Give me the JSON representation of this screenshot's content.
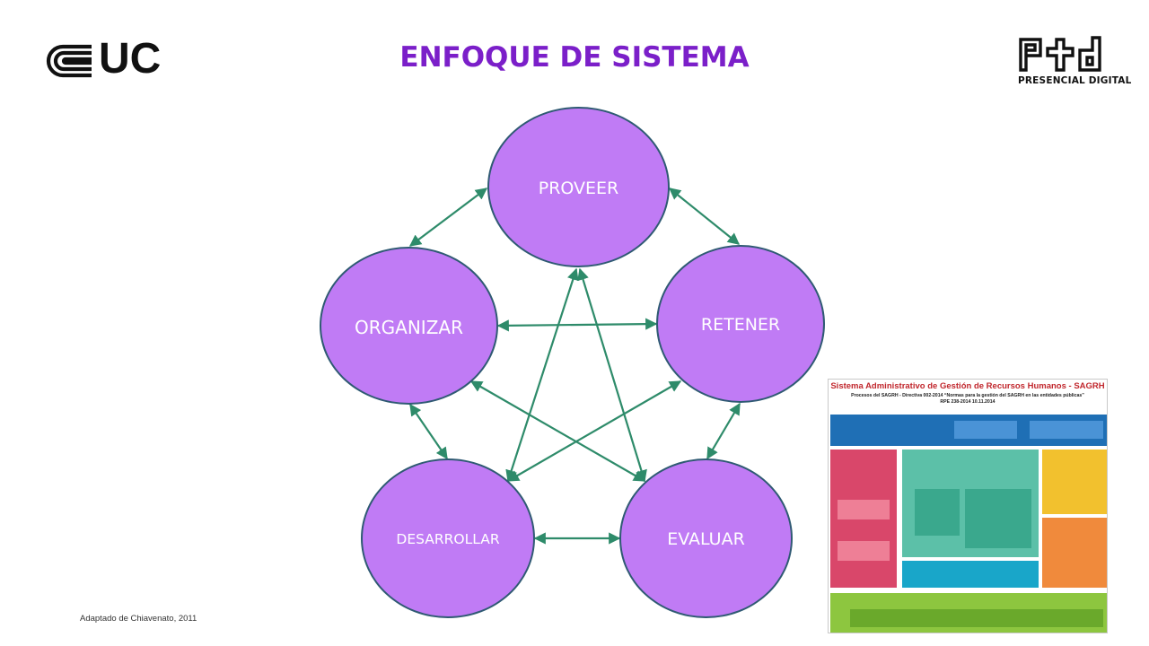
{
  "header": {
    "logo_left": {
      "text": "UC",
      "icon": "uc-logo-icon"
    },
    "title": "ENFOQUE DE SISTEMA",
    "logo_right": {
      "icon": "ptd-logo-icon",
      "caption": "PRESENCIAL DIGITAL"
    }
  },
  "diagram": {
    "nodes": [
      {
        "id": "proveer",
        "label": "PROVEER"
      },
      {
        "id": "organizar",
        "label": "ORGANIZAR"
      },
      {
        "id": "retener",
        "label": "RETENER"
      },
      {
        "id": "desarrollar",
        "label": "DESARROLLAR"
      },
      {
        "id": "evaluar",
        "label": "EVALUAR"
      }
    ],
    "edges": [
      {
        "from": "proveer",
        "to": "organizar",
        "bidirectional": true
      },
      {
        "from": "proveer",
        "to": "retener",
        "bidirectional": true
      },
      {
        "from": "organizar",
        "to": "retener",
        "bidirectional": true
      },
      {
        "from": "organizar",
        "to": "desarrollar",
        "bidirectional": true
      },
      {
        "from": "retener",
        "to": "evaluar",
        "bidirectional": true
      },
      {
        "from": "desarrollar",
        "to": "evaluar",
        "bidirectional": true
      },
      {
        "from": "proveer",
        "to": "desarrollar",
        "bidirectional": true
      },
      {
        "from": "proveer",
        "to": "evaluar",
        "bidirectional": true
      },
      {
        "from": "organizar",
        "to": "evaluar",
        "bidirectional": true
      },
      {
        "from": "retener",
        "to": "desarrollar",
        "bidirectional": true
      }
    ],
    "colors": {
      "node_fill": "#c07bf5",
      "node_border": "#2f5a73",
      "arrow": "#2e8b6a",
      "title": "#7b1fc9"
    }
  },
  "source_note": "Adaptado de Chiavenato, 2011",
  "embedded_figure": {
    "title": "Sistema Administrativo de Gestión de Recursos Humanos - SAGRH",
    "subtitle_line1": "Procesos del SAGRH - Directiva 002-2014 “Normas para la gestión del SAGRH en las entidades públicas”",
    "subtitle_line2": "RPE 238-2014 10.11.2014"
  }
}
